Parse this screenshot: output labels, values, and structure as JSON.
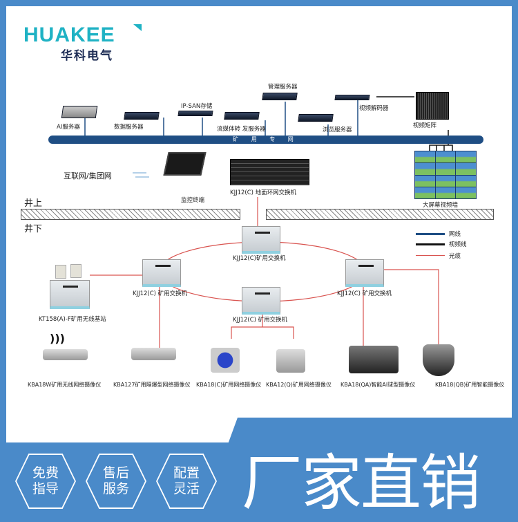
{
  "logo": {
    "en": "HUAKEE",
    "cn": "华科电气"
  },
  "network": {
    "bus_label": "矿 用 专 网",
    "servers": [
      "AI服务器",
      "数据服务器",
      "IP-SAN存储",
      "流媒体转 发服务器",
      "管理服务器",
      "浏览服务器",
      "视频解码器",
      "视频矩阵"
    ],
    "internet": "互联网/集团网",
    "monitor": "监控终端",
    "ground_switch": "KJJ12(C) 地面环网交换机",
    "video_wall": "大屏幕视频墙",
    "above": "井上",
    "below": "井下"
  },
  "underground": {
    "switch_top": "KJJ12(C)矿用交换机",
    "switch_left": "KJJ12(C) 矿用交换机",
    "switch_mid": "KJJ12(C) 矿用交换机",
    "switch_right": "KJJ12(C) 矿用交换机",
    "base_station": "KT158(A)-F矿用无线基站",
    "cameras": [
      "KBA18W矿用无线网络摄像仪",
      "KBA127矿用隔爆型网络摄像仪",
      "KBA18(C)矿用网络摄像仪",
      "KBA12(Q)矿用网络摄像仪",
      "KBA18(QA)智能AI球型摄像仪",
      "KBA18(QB)矿用智能摄像仪"
    ]
  },
  "legend": [
    {
      "label": "网线",
      "color": "#1f4e84"
    },
    {
      "label": "视频线",
      "color": "#111111"
    },
    {
      "label": "光缆",
      "color": "#d9534f"
    }
  ],
  "banner": {
    "badges": [
      [
        "免费",
        "指导"
      ],
      [
        "售后",
        "服务"
      ],
      [
        "配置",
        "灵活"
      ]
    ],
    "slogan": "厂家直销"
  },
  "colors": {
    "frame": "#4a8ac9",
    "brand": "#1fb2c4",
    "fiber": "#d9534f"
  }
}
